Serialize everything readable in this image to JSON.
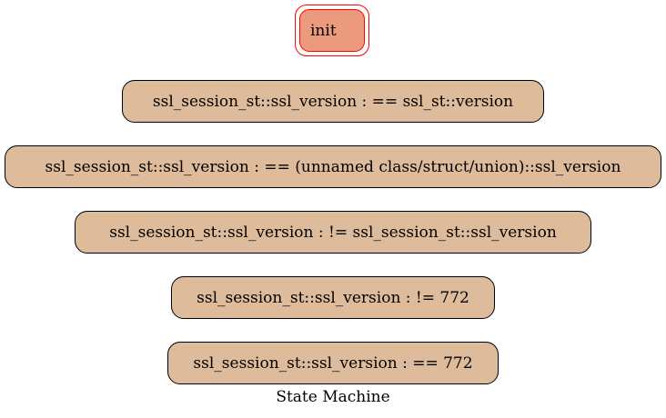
{
  "diagram": {
    "initial_state": {
      "label": "init",
      "fill_color": "#ec9a7d",
      "border_color": "#ff0000"
    },
    "states": [
      {
        "label": "ssl_session_st::ssl_version : == ssl_st::version"
      },
      {
        "label": "ssl_session_st::ssl_version : == (unnamed class/struct/union)::ssl_version"
      },
      {
        "label": "ssl_session_st::ssl_version : != ssl_session_st::ssl_version"
      },
      {
        "label": "ssl_session_st::ssl_version : != 772"
      },
      {
        "label": "ssl_session_st::ssl_version : == 772"
      }
    ],
    "state_fill_color": "#debb9b",
    "caption": "State Machine"
  }
}
